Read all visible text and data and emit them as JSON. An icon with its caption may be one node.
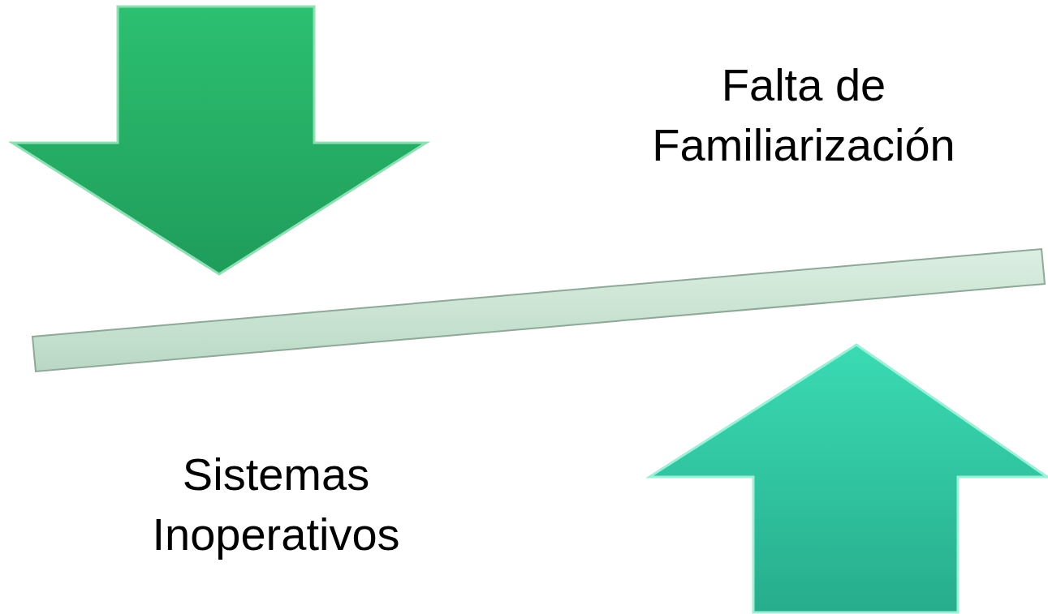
{
  "diagram": {
    "nodes": [
      {
        "text": [],
        "shape": "bar"
      }
    ],
    "labels": [
      "Falta de Familiarización",
      "Sistemas Inoperativos"
    ]
  }
}
